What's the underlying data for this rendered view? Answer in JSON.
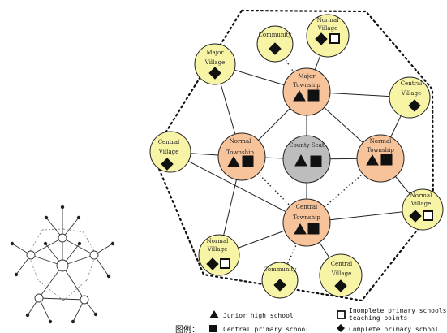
{
  "diagram": {
    "nodes": {
      "county": {
        "label": [
          "County Seat"
        ]
      },
      "major_township": {
        "label": [
          "Major",
          "Township"
        ]
      },
      "normal_township_w": {
        "label": [
          "Normal",
          "Township"
        ]
      },
      "normal_township_e": {
        "label": [
          "Normal",
          "Township"
        ]
      },
      "central_township": {
        "label": [
          "Central",
          "Township"
        ]
      },
      "normal_village_top": {
        "label": [
          "Normal",
          "Village"
        ]
      },
      "community_top": {
        "label": [
          "Community"
        ]
      },
      "major_village": {
        "label": [
          "Major",
          "Village"
        ]
      },
      "central_village_e": {
        "label": [
          "Central",
          "Village"
        ]
      },
      "central_village_w": {
        "label": [
          "Central",
          "Village"
        ]
      },
      "normal_village_e": {
        "label": [
          "Normal",
          "Village"
        ]
      },
      "normal_village_sw": {
        "label": [
          "Normal",
          "Village"
        ]
      },
      "community_bottom": {
        "label": [
          "Community"
        ]
      },
      "central_village_s": {
        "label": [
          "Central",
          "Village"
        ]
      }
    }
  },
  "legend": {
    "title": "图例：",
    "items": {
      "junior_high": "Junior high school",
      "central_primary": "Central primary school",
      "incomplete_line1": "Inomplete primary schools and",
      "incomplete_line2": "teaching points",
      "complete_primary": "Complete primary school"
    }
  },
  "colors": {
    "township": "#f7c39b",
    "village": "#f8f4a6",
    "county": "#bdbdbd",
    "stroke": "#222222"
  }
}
